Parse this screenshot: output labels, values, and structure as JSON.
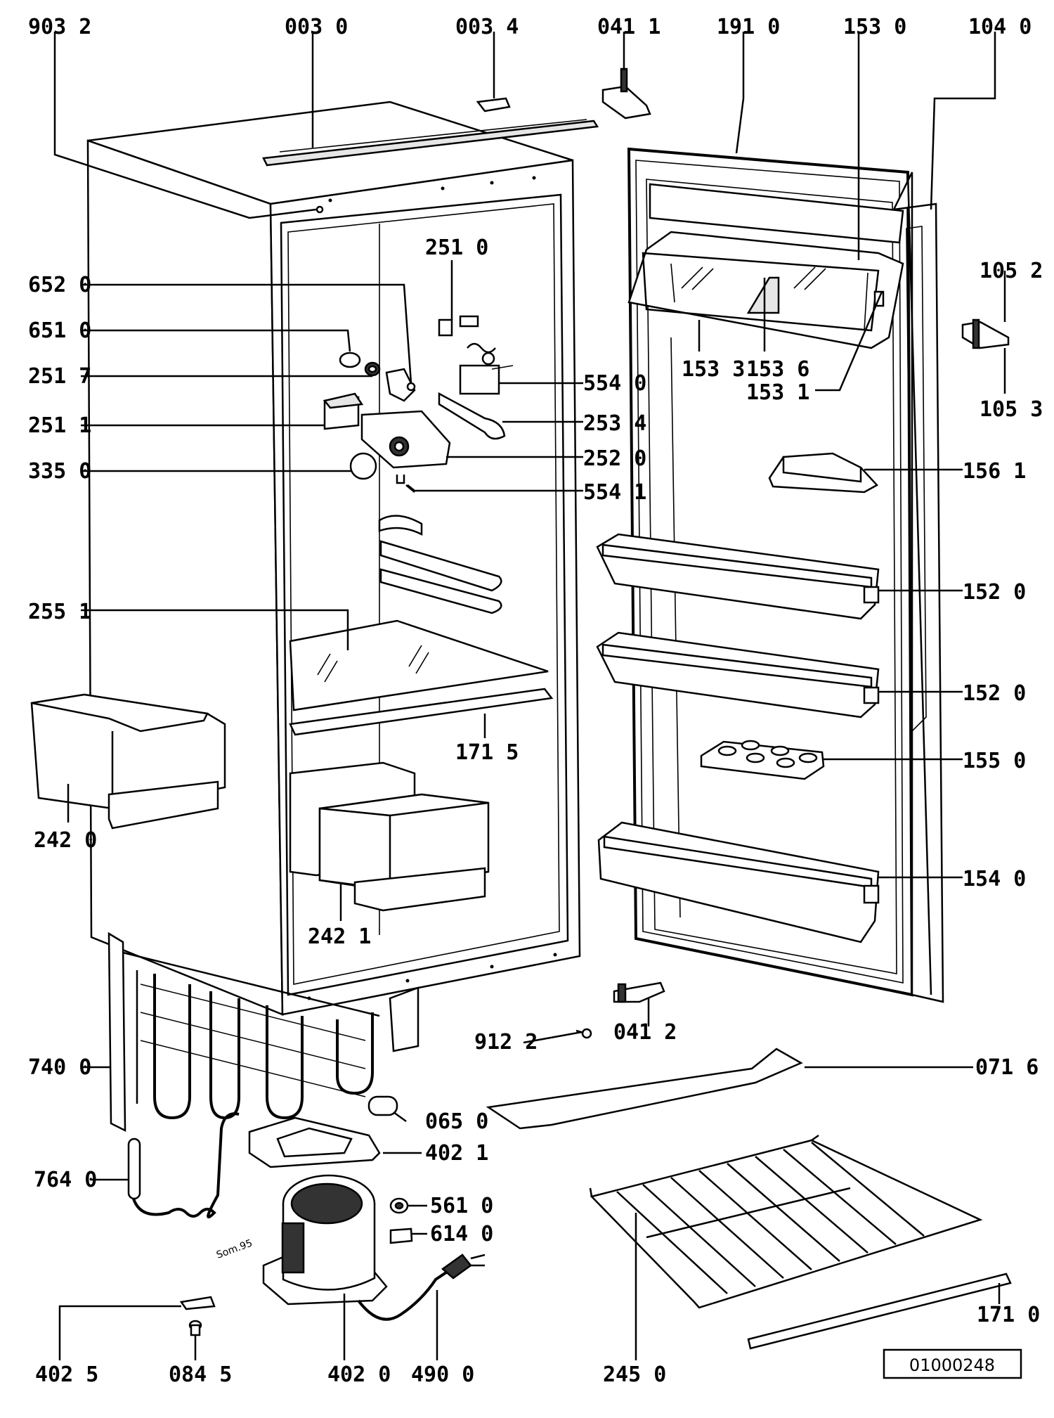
{
  "drawing_number": "01000248",
  "stamp": "Som.95",
  "callouts": [
    {
      "id": "c9032",
      "label": "903 2"
    },
    {
      "id": "c0030",
      "label": "003 0"
    },
    {
      "id": "c0034",
      "label": "003 4"
    },
    {
      "id": "c0411",
      "label": "041 1"
    },
    {
      "id": "c1910",
      "label": "191 0"
    },
    {
      "id": "c1530",
      "label": "153 0"
    },
    {
      "id": "c1040",
      "label": "104 0"
    },
    {
      "id": "c1052",
      "label": "105 2"
    },
    {
      "id": "c1053",
      "label": "105 3"
    },
    {
      "id": "c6520",
      "label": "652 0"
    },
    {
      "id": "c6510",
      "label": "651 0"
    },
    {
      "id": "c2517",
      "label": "251 7"
    },
    {
      "id": "c2511",
      "label": "251 1"
    },
    {
      "id": "c3350",
      "label": "335 0"
    },
    {
      "id": "c2510",
      "label": "251 0"
    },
    {
      "id": "c5540",
      "label": "554 0"
    },
    {
      "id": "c2534",
      "label": "253 4"
    },
    {
      "id": "c2520",
      "label": "252 0"
    },
    {
      "id": "c5541",
      "label": "554 1"
    },
    {
      "id": "c1533",
      "label": "153 3"
    },
    {
      "id": "c1536",
      "label": "153 6"
    },
    {
      "id": "c1531",
      "label": "153 1"
    },
    {
      "id": "c1561",
      "label": "156 1"
    },
    {
      "id": "c1520a",
      "label": "152 0"
    },
    {
      "id": "c1520b",
      "label": "152 0"
    },
    {
      "id": "c1550",
      "label": "155 0"
    },
    {
      "id": "c1540",
      "label": "154 0"
    },
    {
      "id": "c2551",
      "label": "255 1"
    },
    {
      "id": "c1715",
      "label": "171 5"
    },
    {
      "id": "c2420",
      "label": "242 0"
    },
    {
      "id": "c2421",
      "label": "242 1"
    },
    {
      "id": "c9122",
      "label": "912 2"
    },
    {
      "id": "c0412",
      "label": "041 2"
    },
    {
      "id": "c0716",
      "label": "071 6"
    },
    {
      "id": "c7400",
      "label": "740 0"
    },
    {
      "id": "c0650",
      "label": "065 0"
    },
    {
      "id": "c4021",
      "label": "402 1"
    },
    {
      "id": "c7640",
      "label": "764 0"
    },
    {
      "id": "c5610",
      "label": "561 0"
    },
    {
      "id": "c6140",
      "label": "614 0"
    },
    {
      "id": "c4025",
      "label": "402 5"
    },
    {
      "id": "c0845",
      "label": "084 5"
    },
    {
      "id": "c4020",
      "label": "402 0"
    },
    {
      "id": "c4900",
      "label": "490 0"
    },
    {
      "id": "c2450",
      "label": "245 0"
    },
    {
      "id": "c1710",
      "label": "171 0"
    }
  ]
}
